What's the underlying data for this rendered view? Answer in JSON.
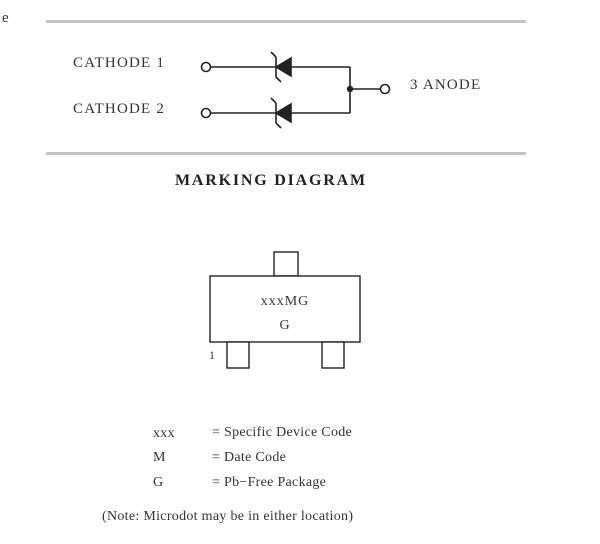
{
  "edge_fragment": "e",
  "schematic": {
    "pins": [
      {
        "label": "CATHODE 1"
      },
      {
        "label": "CATHODE 2"
      },
      {
        "label": "3 ANODE"
      }
    ]
  },
  "marking_diagram": {
    "title": "MARKING DIAGRAM",
    "package_text_line1": "xxxMG",
    "package_text_line2": "G",
    "pin1_label": "1"
  },
  "legend": [
    {
      "code": "xxx",
      "description": "= Specific Device Code"
    },
    {
      "code": "M",
      "description": "= Date Code"
    },
    {
      "code": "G",
      "description": "= Pb−Free Package"
    }
  ],
  "note": "(Note: Microdot may be in either location)"
}
